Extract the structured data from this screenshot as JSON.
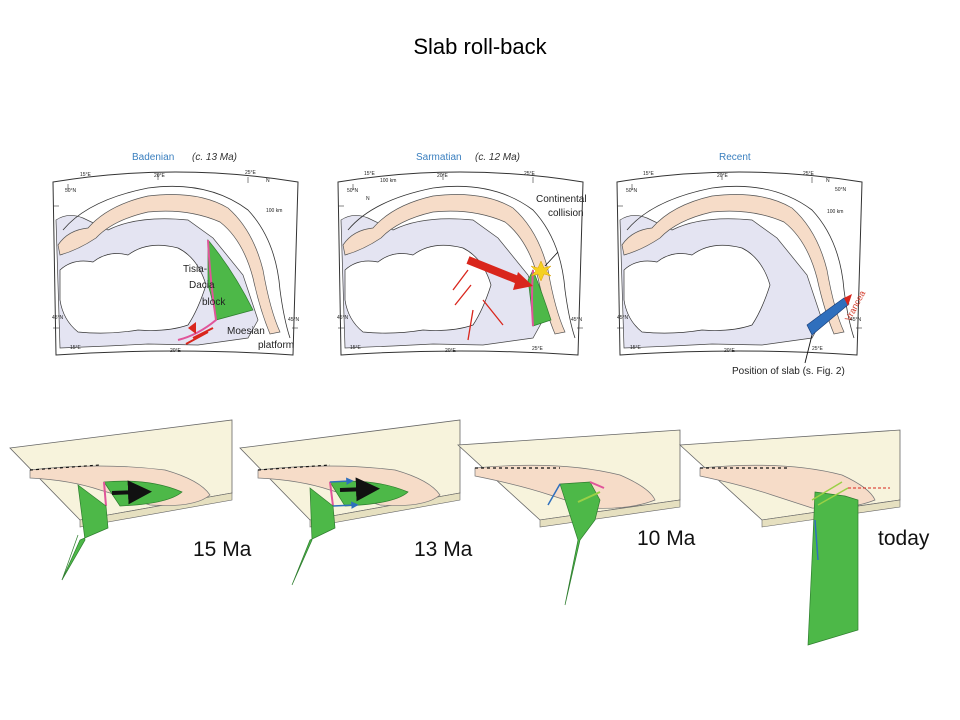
{
  "title": "Slab roll-back",
  "maps": [
    {
      "period": "Badenian",
      "age": "(c. 13 Ma)",
      "labels": [
        "Tisia-",
        "Dacia",
        "block",
        "Moesian",
        "platform"
      ],
      "scale": "100 km",
      "coords": [
        "15°E",
        "20°E",
        "25°E",
        "50°N",
        "45°N",
        "45°N",
        "15°E",
        "20°E",
        "N"
      ]
    },
    {
      "period": "Sarmatian",
      "age": "(c. 12 Ma)",
      "labels": [
        "Continental",
        "collision"
      ],
      "scale": "100 km",
      "coords": [
        "15°E",
        "20°E",
        "25°E",
        "50°N",
        "45°N",
        "45°N",
        "15°E",
        "20°E",
        "25°E",
        "N"
      ]
    },
    {
      "period": "Recent",
      "age": "",
      "labels": [
        "Vrancea",
        "Position of slab (s. Fig. 2)"
      ],
      "scale": "100 km",
      "coords": [
        "15°E",
        "20°E",
        "25°E",
        "50°N",
        "50°N",
        "45°N",
        "45°N",
        "15°E",
        "20°E",
        "25°E",
        "N"
      ]
    }
  ],
  "stages": [
    "15 Ma",
    "13 Ma",
    "10 Ma",
    "today"
  ],
  "colors": {
    "slab_green": "#4db848",
    "orogen_peach": "#f6dcc8",
    "basin_lavender": "#e4e4f2",
    "platform_cream": "#f7f3dc",
    "arrow_red": "#d9261c",
    "boundary_magenta": "#e0559a",
    "slab_blue": "#2f6fbd"
  }
}
